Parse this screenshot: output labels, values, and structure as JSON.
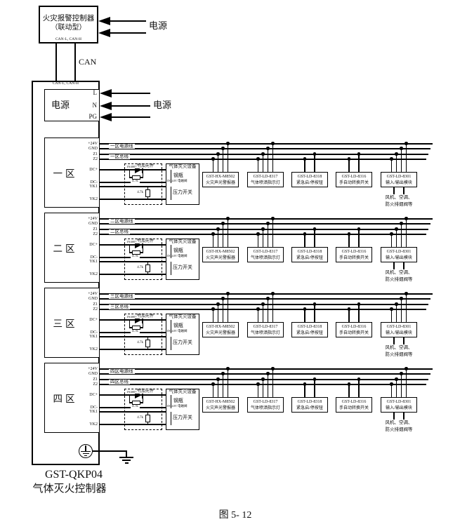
{
  "figure": {
    "caption": "图 5- 12"
  },
  "facp": {
    "title": "火灾报警控制器",
    "subtitle": "（联动型）",
    "terminals": "CAN-L, CAN-H",
    "power_label": "电源"
  },
  "can": {
    "bus_label": "CAN",
    "terminals": "CAN-L, CAN-H"
  },
  "controller": {
    "model": "GST-QKP04",
    "name": "气体灭火控制器",
    "power_box_label": "电源",
    "power_terminals": [
      "L",
      "N",
      "PG"
    ],
    "power_source_label": "电源"
  },
  "zone_terminals": [
    "+24V",
    "GND",
    "Z1",
    "Z2",
    "DC+",
    "DC-",
    "YK1",
    "YK2"
  ],
  "zones": [
    {
      "label": "一区",
      "power_line_label": "一区电源线",
      "bus_line_label": "一区总线"
    },
    {
      "label": "二区",
      "power_line_label": "二区电源线",
      "bus_line_label": "二区总线"
    },
    {
      "label": "三区",
      "power_line_label": "三区电源线",
      "bus_line_label": "三区总线"
    },
    {
      "label": "四区",
      "power_line_label": "四区电源线",
      "bus_line_label": "四区总线"
    }
  ],
  "attachment": {
    "title": "附加元件",
    "diode_label": "1N4007",
    "parallel_resistor_label": "4.7k",
    "eol_resistor_label": "4.7k"
  },
  "equipment": {
    "title": "气体灭火设备",
    "cylinder_label": "钢瓶",
    "cylinder_sub_label": "DC24V 电磁阀",
    "pressure_switch_label": "压力开关"
  },
  "modules": [
    {
      "model": "GST-HX-M8502",
      "desc": "火灾声光警报器",
      "taps": 4
    },
    {
      "model": "GST-LD-8317",
      "desc": "气体喷洒指示灯",
      "taps": 4
    },
    {
      "model": "GST-LD-8318",
      "desc": "紧急启/停按钮",
      "taps": 2
    },
    {
      "model": "GST-LD-8316",
      "desc": "手自动转换开关",
      "taps": 2
    },
    {
      "model": "GST-LD-8301",
      "desc": "输入/输出模块",
      "taps": 4
    }
  ],
  "output_loads": [
    "风机、空调、",
    "防火排烟阀等"
  ],
  "colors": {
    "line": "#000000",
    "background": "#ffffff",
    "text": "#111111"
  }
}
